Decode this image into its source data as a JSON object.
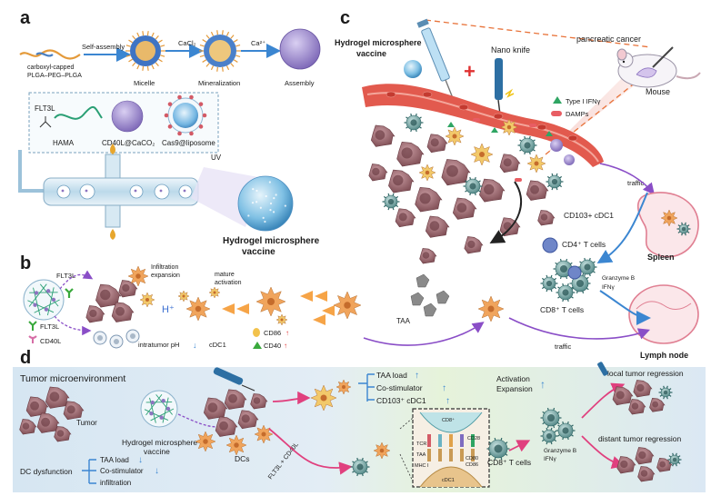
{
  "panel_a": {
    "letter": "a",
    "material": [
      "carboxyl-capped",
      "PLGA–PEG–PLGA"
    ],
    "self_assembly": "Self-assembly",
    "cacl2": "CaCl₂",
    "ca2": "Ca²⁺",
    "micelle": "Micelle",
    "mineralization": "Mineralization",
    "assembly": "Assembly",
    "flt3l": "FLT3L",
    "hama": "HAMA",
    "cd40l_caco2": "CD40L@CaCO₂",
    "cas9_liposome": "Cas9@liposome",
    "uv": "UV",
    "hydrogel_title": [
      "Hydrogel microsphere",
      "vaccine"
    ]
  },
  "panel_b": {
    "letter": "b",
    "flt3l_top": "FLT3L",
    "infiltration": [
      "Infiltration",
      "expansion"
    ],
    "mature": [
      "mature",
      "activation"
    ],
    "h_plus": "H⁺",
    "intratumor_ph": "intratumor pH",
    "ph_arrow": "↓",
    "cdc1": "cDC1",
    "cd86": "CD86",
    "cd40": "CD40",
    "legend_flt3l": "FLT3L",
    "legend_cd40l": "CD40L",
    "taa": "TAA",
    "traffic": "traffic"
  },
  "panel_c": {
    "letter": "c",
    "hydrogel_label": [
      "Hydrogel microsphere",
      "vaccine"
    ],
    "nano_knife": "Nano knife",
    "pancreatic": "pancreatic cancer",
    "mouse": "Mouse",
    "type1_ifn": "Type I IFNγ",
    "damps": "DAMPs",
    "cd103": "CD103+ cDC1",
    "traffic": "traffic",
    "cd4": "CD4⁺ T cells",
    "spleen": "Spleen",
    "granzyme": [
      "Granzyme B",
      "IFNγ"
    ],
    "cd8": "CD8⁺ T cells",
    "lymph": "Lymph node"
  },
  "panel_d": {
    "letter": "d",
    "title": "Tumor microenvironment",
    "tumor": "Tumor",
    "hydrogel": [
      "Hydrogel microsphere",
      "vaccine"
    ],
    "dc_dysfunction": "DC dysfunction",
    "dys_items": [
      "TAA load",
      "Co-stimulator",
      "infiltration"
    ],
    "dcs": "DCs",
    "flt3l_cd40l": "FLT3L + CD40L",
    "up_items": [
      "TAA load",
      "Co-stimulator",
      "CD103⁺ cDC1"
    ],
    "activation": [
      "Activation",
      "Expansion"
    ],
    "synapse": {
      "cd8": "CD8⁺",
      "tcr": "TCR",
      "taa": "TAA",
      "mhc1": "MHC I",
      "cd28": "CD28",
      "cd80": [
        "CD80",
        "CD86"
      ],
      "cdc1": "cDC1"
    },
    "cd8_cells": "CD8⁺ T cells",
    "granzyme": [
      "Granzyme B",
      "IFNγ"
    ],
    "local": "local tumor regression",
    "distant": "distant tumor regression"
  },
  "colors": {
    "tumor": "#8f5d63",
    "tumor_light": "#b88a8f",
    "dc_orange": "#f0a45c",
    "dc_yellow": "#f2c96a",
    "tcell": "#6f9e9d",
    "vessel": "#e25a4e",
    "blue_arrow": "#3b86d1",
    "purple_arrow": "#8a4ec7",
    "pink_arrow": "#e0407e",
    "panel_d_bg": "#dde9f3",
    "panel_d_green": "#e4f2d6"
  }
}
